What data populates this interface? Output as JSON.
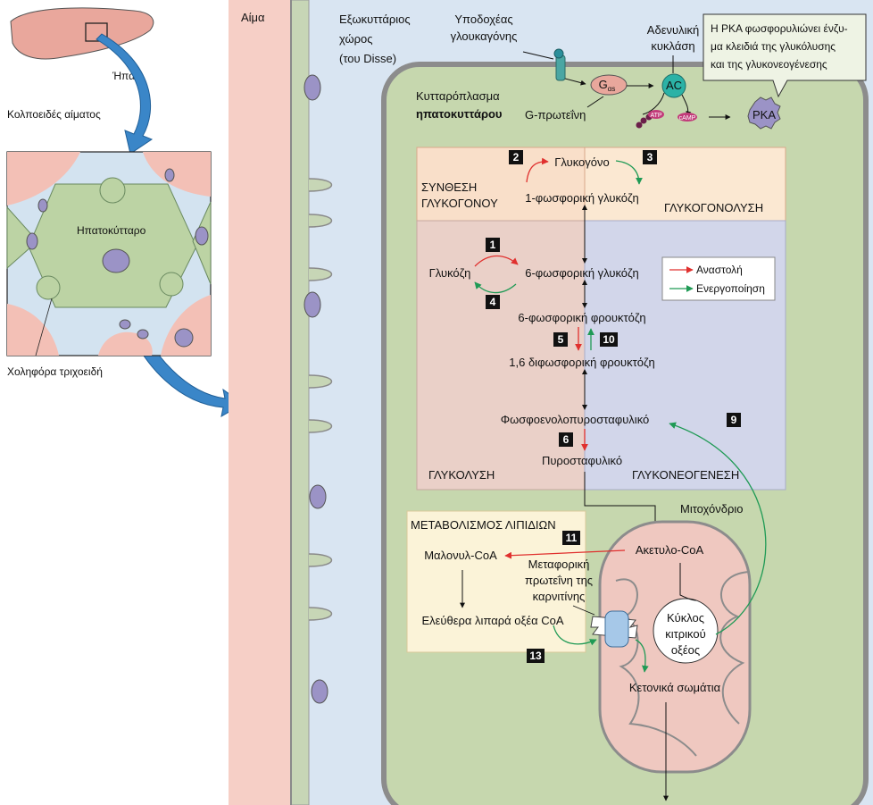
{
  "colors": {
    "blood": "#f6cfc6",
    "extracellular": "#d9e5f2",
    "hepatocyte": "#c6d7ae",
    "glycogen_zone": "#f9dfc9",
    "glycolysis_zone": "#ead0c8",
    "gluconeogenesis_zone": "#d2d6ea",
    "lipid_zone": "#fbf3d8",
    "mito": "#efc8c0",
    "inhibition": "#e0302e",
    "activation": "#1f9a55",
    "arrow_blue": "#3a86c8"
  },
  "liver": {
    "organ_label": "Ήπαρ",
    "sinusoid_label": "Κολποειδές αίματος",
    "hepatocyte_label": "Ηπατοκύτταρο",
    "bile_label": "Χοληφόρα τριχοειδή"
  },
  "regions": {
    "blood": "Αίμα",
    "extracellular": "Εξωκυττάριος χώρος (του Disse)",
    "cytoplasm": "Κυτταρόπλασμα",
    "cytoplasm_bold": "ηπατοκυττάρου",
    "mitochondrion": "Μιτοχόνδριο"
  },
  "signaling": {
    "receptor": "Υποδοχέας γλουκαγόνης",
    "adenylyl": "Αδενυλική κυκλάση",
    "gas": "G",
    "gas_sub": "αs",
    "ac": "AC",
    "gprotein": "G-πρωτεΐνη",
    "atp": "ATP",
    "camp": "cAMP",
    "pka": "PKA",
    "callout": "Η PKA φωσφορυλιώνει ένζυμα κλειδιά της γλυκόλυσης και της γλυκονεογένεσης"
  },
  "zones": {
    "glycogen_synthesis": "ΣΥΝΘΕΣΗ ΓΛΥΚΟΓΟΝΟΥ",
    "glycogenolysis": "ΓΛΥΚΟΓΟΝΟΛΥΣΗ",
    "glycolysis": "ΓΛΥΚΟΛΥΣΗ",
    "gluconeogenesis": "ΓΛΥΚΟΝΕΟΓΕΝΕΣΗ",
    "lipid": "ΜΕΤΑΒΟΛΙΣΜΟΣ ΛΙΠΙΔΙΩΝ"
  },
  "metabolites": {
    "glycogen": "Γλυκογόνο",
    "g1p": "1-φωσφορική γλυκόζη",
    "glucose": "Γλυκόζη",
    "g6p": "6-φωσφορική γλυκόζη",
    "f6p": "6-φωσφορική φρουκτόζη",
    "f16bp": "1,6 διφωσφορική φρουκτόζη",
    "pep": "Φωσφοενολοπυροσταφυλικό",
    "pyruvate": "Πυροσταφυλικό",
    "acetylcoa": "Ακετυλο-CoA",
    "malonylcoa": "Μαλονυλ-CoA",
    "ffa": "Ελεύθερα λιπαρά οξέα CoA",
    "carnitine": "Μεταφορική πρωτεΐνη της καρνιτίνης",
    "tca": "Κύκλος κιτρικού οξέος",
    "ketones": "Κετονικά σωμάτια"
  },
  "steps": [
    "1",
    "2",
    "3",
    "4",
    "5",
    "6",
    "9",
    "10",
    "11",
    "13"
  ],
  "legend": {
    "inhibition": "Αναστολή",
    "activation": "Ενεργοποίηση"
  }
}
